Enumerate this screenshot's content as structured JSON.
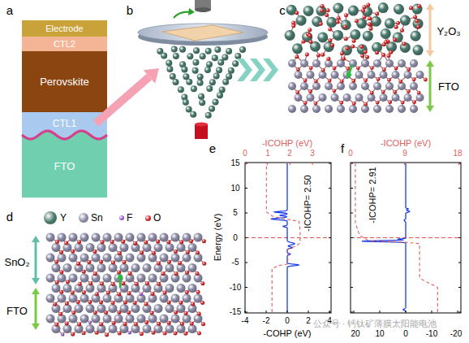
{
  "diagram": {
    "nodes": [
      {
        "text": [
          "Electrode"
        ]
      },
      {
        "text": [
          "CTL2"
        ]
      },
      {
        "text": [
          "Perovskite"
        ]
      },
      {
        "text": [
          "CTL1"
        ]
      },
      {
        "text": [
          "FTO"
        ]
      }
    ],
    "labels": [
      "a",
      "b",
      "c",
      "Y₂O₃",
      "FTO",
      "d",
      "SnO₂",
      "FTO",
      "e",
      "-ICOHP (eV)",
      "0",
      "1",
      "2",
      "3",
      "-ICOHP= 2.50",
      "Energy (eV)",
      "15",
      "10",
      "5",
      "0",
      "-5",
      "-10",
      "-15",
      "-4",
      "-2",
      "0",
      "2",
      "4",
      "-COHP (eV)",
      "f",
      "-ICOHP (eV)",
      "0",
      "9",
      "18",
      "-ICOHP= 2.91",
      "20",
      "10",
      "0",
      "-10",
      "-20",
      "公众号 · 钙钛矿薄膜太阳能电池"
    ],
    "legend": [
      {
        "text": "Y",
        "color": "#4b7b6e"
      },
      {
        "text": "Sn",
        "color": "#8d8da8"
      },
      {
        "text": "F",
        "color": "#9b59d0"
      },
      {
        "text": "O",
        "color": "#d42a2a"
      }
    ]
  }
}
